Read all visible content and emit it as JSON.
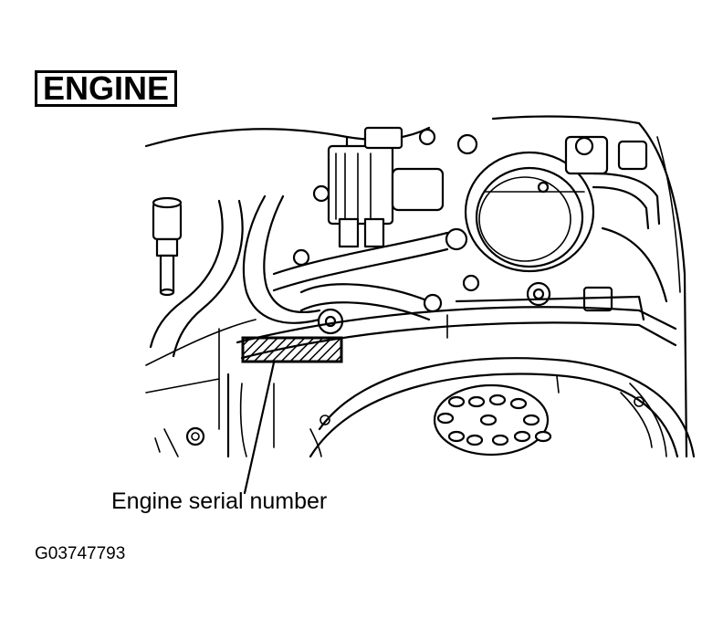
{
  "figure": {
    "title": "ENGINE",
    "callout_label": "Engine serial number",
    "figure_id": "G03747793",
    "colors": {
      "ink": "#000000",
      "paper": "#ffffff"
    }
  }
}
